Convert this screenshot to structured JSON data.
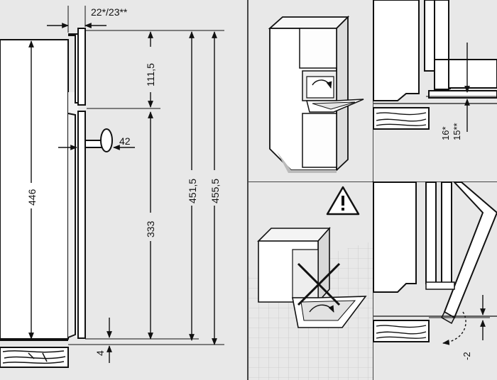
{
  "dimensions": {
    "depth": "22*/23**",
    "top_gap": "111,5",
    "handle_depth": "42",
    "door_height": "333",
    "height_left": "446",
    "height_mid": "451,5",
    "height_right": "455,5",
    "bottom_gap": "4",
    "plinth_a": "16*",
    "plinth_b": "15**",
    "offset": "-2"
  },
  "warning_icon": "warning-triangle-icon",
  "colors": {
    "background": "#e8e8e8",
    "panel": "#ffffff",
    "line": "#111111",
    "wood": "#111111"
  }
}
